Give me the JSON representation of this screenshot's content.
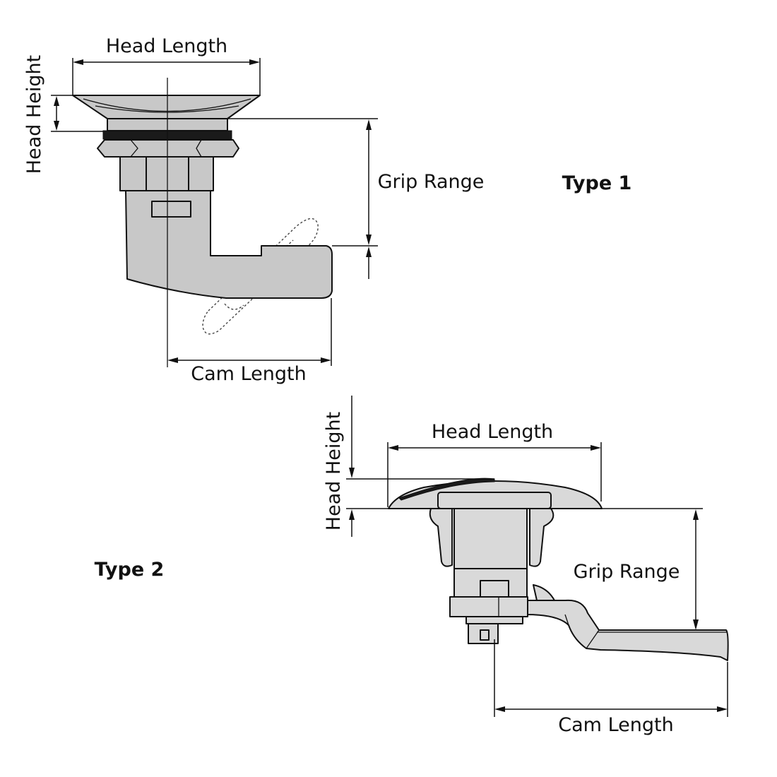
{
  "type1": {
    "title": "Type 1",
    "head_length": "Head Length",
    "head_height": "Head Height",
    "grip_range": "Grip Range",
    "cam_length": "Cam Length"
  },
  "type2": {
    "title": "Type 2",
    "head_length": "Head Length",
    "head_height": "Head Height",
    "grip_range": "Grip Range",
    "cam_length": "Cam Length"
  }
}
